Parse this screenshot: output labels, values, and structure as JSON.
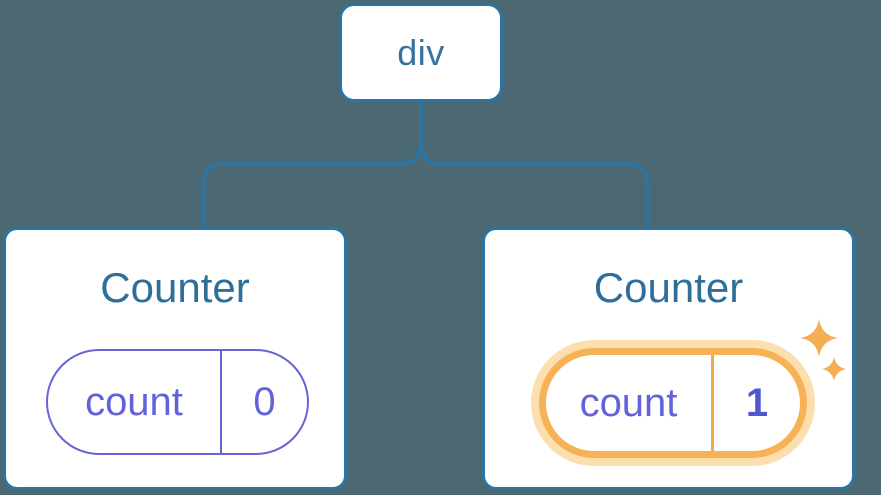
{
  "diagram": {
    "background_color": "#4c6872",
    "connector_color": "#2a75a3",
    "root": {
      "label": "div"
    },
    "children": [
      {
        "title": "Counter",
        "state_key": "count",
        "state_value": "0",
        "highlighted": false
      },
      {
        "title": "Counter",
        "state_key": "count",
        "state_value": "1",
        "highlighted": true
      }
    ],
    "colors": {
      "card_fill": "#ffffff",
      "card_border": "#2a75a3",
      "root_label_text": "#35749e",
      "title_text": "#2e6f99",
      "state_text": "#6363d9",
      "state_pill_border": "#6565d6",
      "highlight_pill_border": "#f6b254",
      "highlight_pill_halo": "#fcdfae",
      "highlight_divider": "#f2ac50",
      "highlight_value_text": "#5257cd",
      "sparkle": "#f4ae53"
    }
  }
}
